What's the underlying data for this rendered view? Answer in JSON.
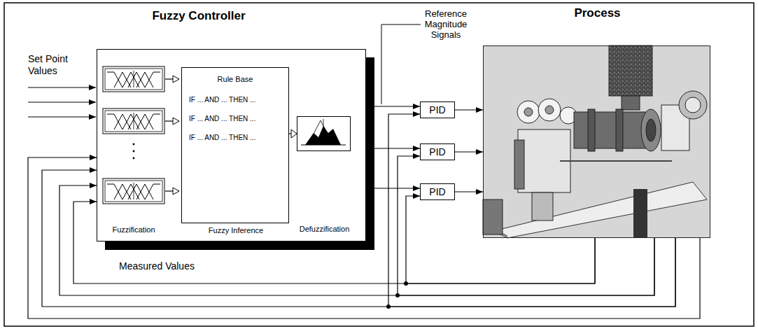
{
  "diagram": {
    "nodes": [
      {
        "text": [
          "Fuzzy Controller"
        ]
      },
      {
        "text": [
          "Rule Base",
          "IF ... AND ... THEN ...",
          "IF ... AND ... THEN ...",
          "IF ... AND ... THEN ...",
          "Fuzzy Inference"
        ],
        "in": 0
      },
      {
        "text": [
          "Defuzzification"
        ],
        "in": 0
      },
      {
        "text": [
          "PID"
        ]
      },
      {
        "text": [
          "PID"
        ]
      },
      {
        "text": [
          "PID"
        ]
      },
      {
        "text": [
          "Process"
        ]
      }
    ],
    "edges": [
      {
        "from": 0,
        "to": 3,
        "arrow": "to"
      },
      {
        "from": 0,
        "to": 4,
        "arrow": "to"
      },
      {
        "from": 0,
        "to": 5,
        "arrow": "to"
      },
      {
        "from": 3,
        "to": 6,
        "arrow": "to"
      },
      {
        "from": 4,
        "to": 6,
        "arrow": "to"
      },
      {
        "from": 5,
        "to": 6,
        "arrow": "to"
      },
      {
        "from": 1,
        "to": 2,
        "arrow": "to"
      },
      {
        "from": 6,
        "to": 0,
        "arrow": "to"
      },
      {
        "from": 6,
        "to": 0,
        "arrow": "to"
      },
      {
        "from": 6,
        "to": 0,
        "arrow": "to"
      },
      {
        "from": 6,
        "to": 0,
        "arrow": "to"
      },
      {
        "from": 6,
        "to": 3,
        "arrow": "to"
      },
      {
        "from": 6,
        "to": 4,
        "arrow": "to"
      },
      {
        "from": 6,
        "to": 5,
        "arrow": "to"
      }
    ],
    "labels": [
      "Set Point Values",
      "Reference Magnitude Signals",
      "Fuzzification",
      "Measured Values"
    ]
  }
}
